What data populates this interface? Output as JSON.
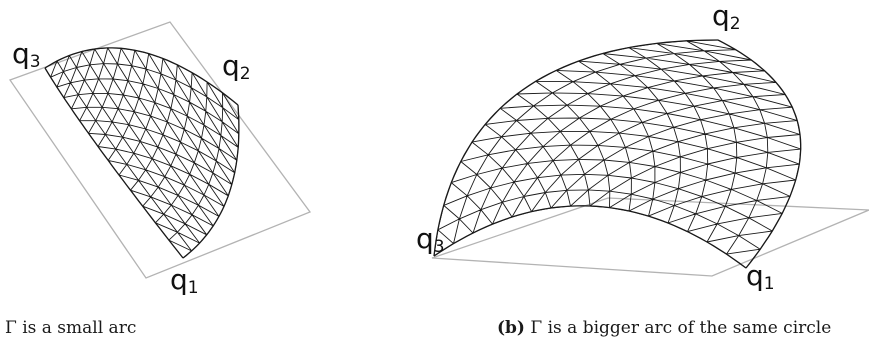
{
  "figure_a": {
    "labels": {
      "q3": {
        "base": "q",
        "sub": "3"
      },
      "q2": {
        "base": "q",
        "sub": "2"
      },
      "q1": {
        "base": "q",
        "sub": "1"
      }
    },
    "caption": "Γ is a small arc"
  },
  "figure_b": {
    "labels": {
      "q2": {
        "base": "q",
        "sub": "2"
      },
      "q3": {
        "base": "q",
        "sub": "3"
      },
      "q1": {
        "base": "q",
        "sub": "1"
      }
    },
    "caption_prefix": "(b)",
    "caption": "Γ is a bigger arc of the same circle"
  },
  "colors": {
    "mesh": "#1a1a1a",
    "plane": "#b3b3b3"
  }
}
